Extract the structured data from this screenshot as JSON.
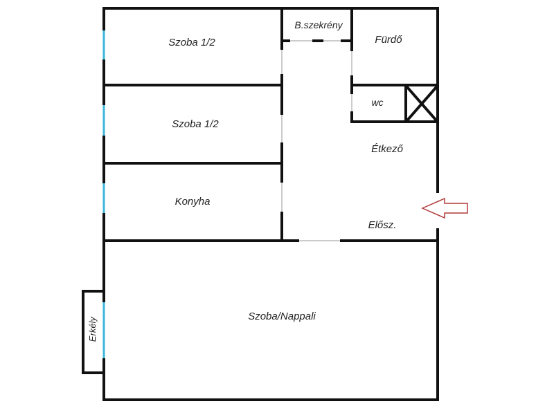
{
  "plan": {
    "rooms": {
      "room_1": "Szoba 1/2",
      "room_2": "Szoba 1/2",
      "kitchen": "Konyha",
      "closet": "B.szekrény",
      "bathroom": "Fürdő",
      "wc": "wc",
      "dining": "Étkező",
      "hall": "Elősz.",
      "living": "Szoba/Nappali",
      "balcony": "Erkély"
    },
    "colors": {
      "wall": "#111111",
      "window": "#3bb6d8",
      "entrance_arrow": "#b03a3a"
    }
  }
}
